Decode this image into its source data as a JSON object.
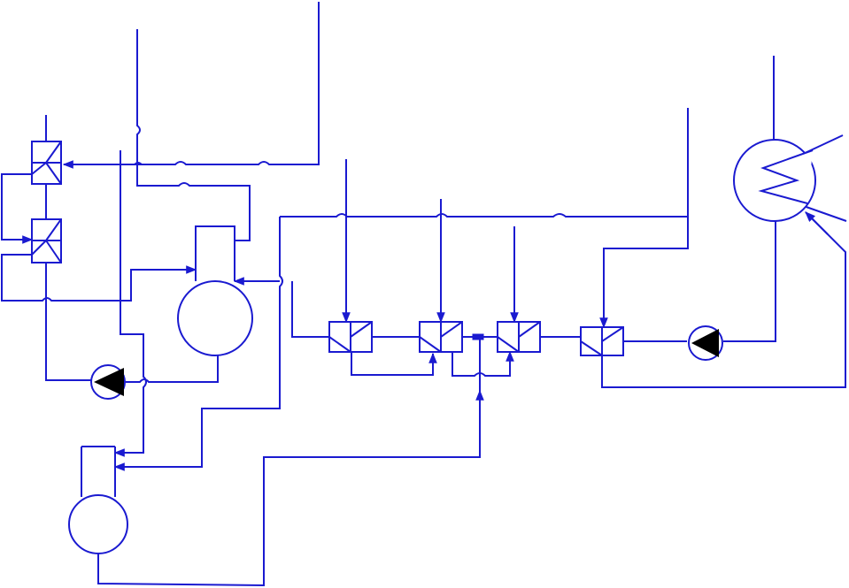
{
  "diagram": {
    "line_color": "#1a1ad0",
    "fill_color": "#ffffff",
    "arrow_color": "#1a1ad0",
    "pump_fill": "#000000",
    "components": [
      {
        "type": "heat-exchanger",
        "name": "heat-exchanger-upper-left"
      },
      {
        "type": "heat-exchanger",
        "name": "heat-exchanger-lower-left"
      },
      {
        "type": "vessel",
        "name": "drum-vessel-main"
      },
      {
        "type": "vessel",
        "name": "drum-vessel-lower"
      },
      {
        "type": "pump",
        "name": "pump-left"
      },
      {
        "type": "pump",
        "name": "pump-right"
      },
      {
        "type": "heat-exchanger",
        "name": "heater-1"
      },
      {
        "type": "heat-exchanger",
        "name": "heater-2"
      },
      {
        "type": "heat-exchanger",
        "name": "heater-3"
      },
      {
        "type": "heat-exchanger",
        "name": "heater-4"
      },
      {
        "type": "condenser",
        "name": "condenser-right"
      }
    ]
  }
}
